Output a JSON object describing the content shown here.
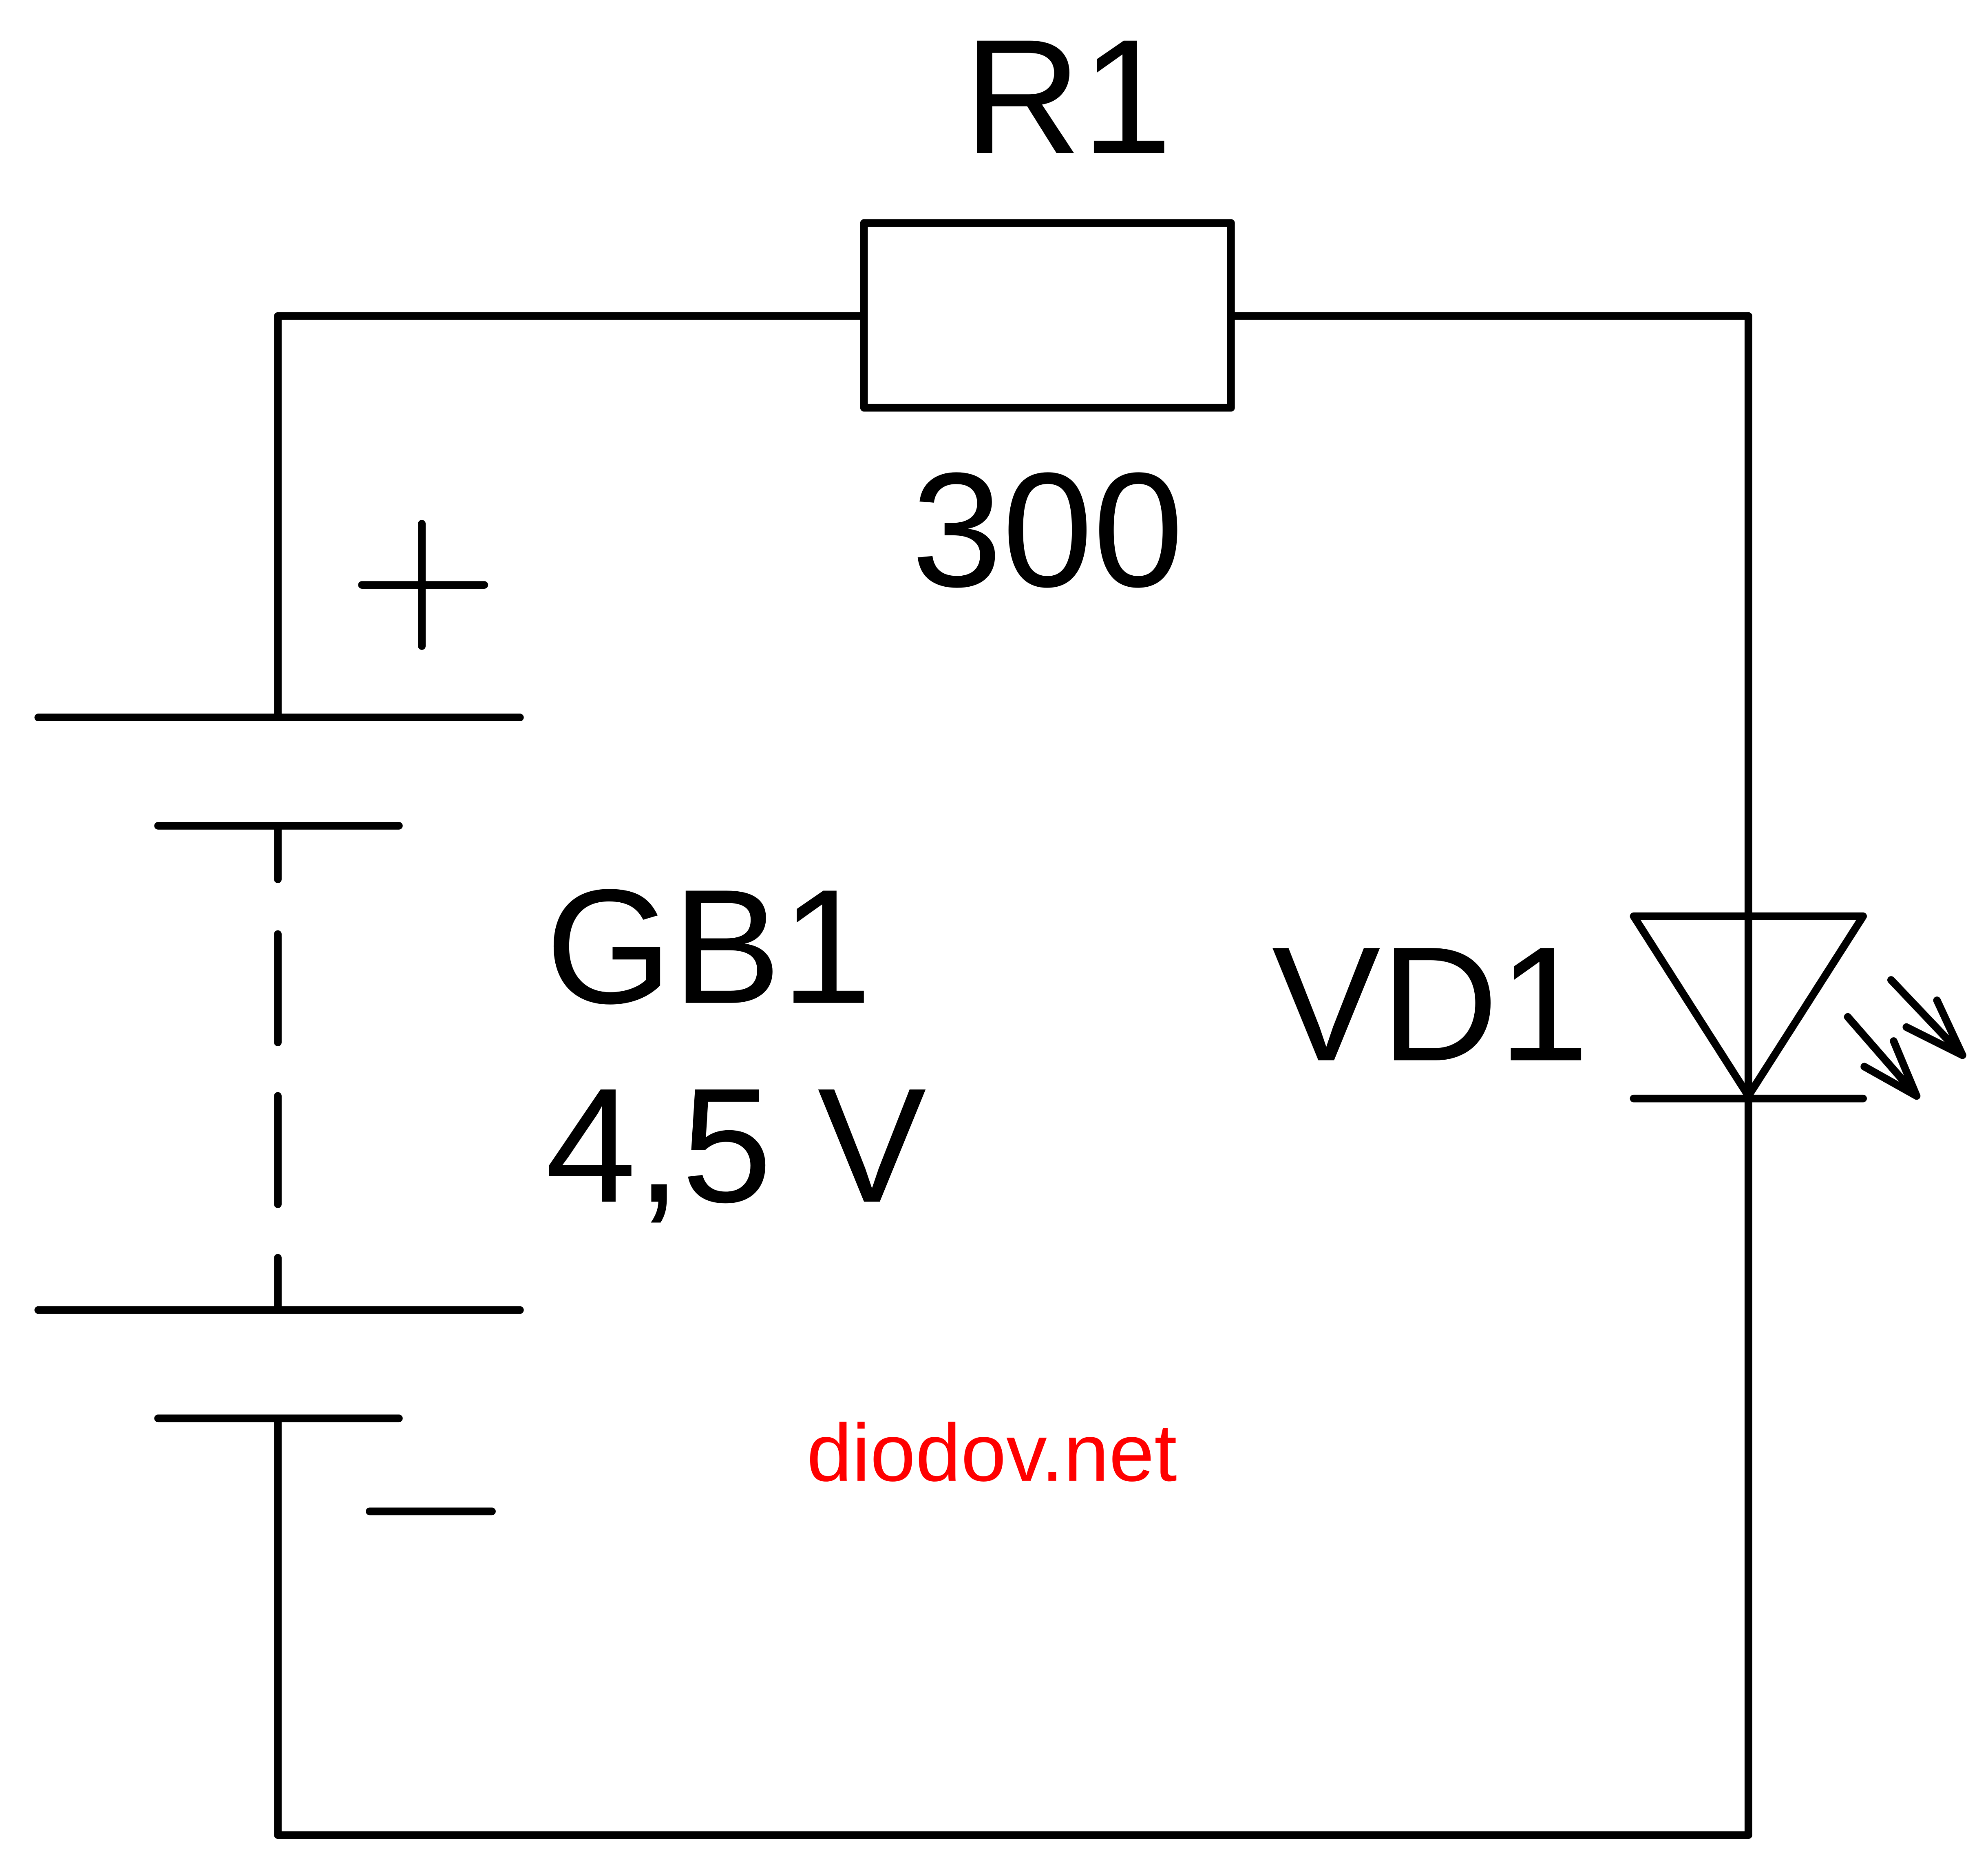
{
  "diagram": {
    "type": "circuit-schematic",
    "components": {
      "resistor": {
        "designator": "R1",
        "value": "300"
      },
      "battery": {
        "designator": "GB1",
        "voltage": "4,5 V",
        "positive_mark": "+",
        "negative_mark": "−"
      },
      "led": {
        "designator": "VD1"
      }
    },
    "watermark": {
      "text": "diodov.net",
      "color": "#ff0000"
    },
    "colors": {
      "wire": "#000000",
      "background": "#ffffff"
    }
  }
}
